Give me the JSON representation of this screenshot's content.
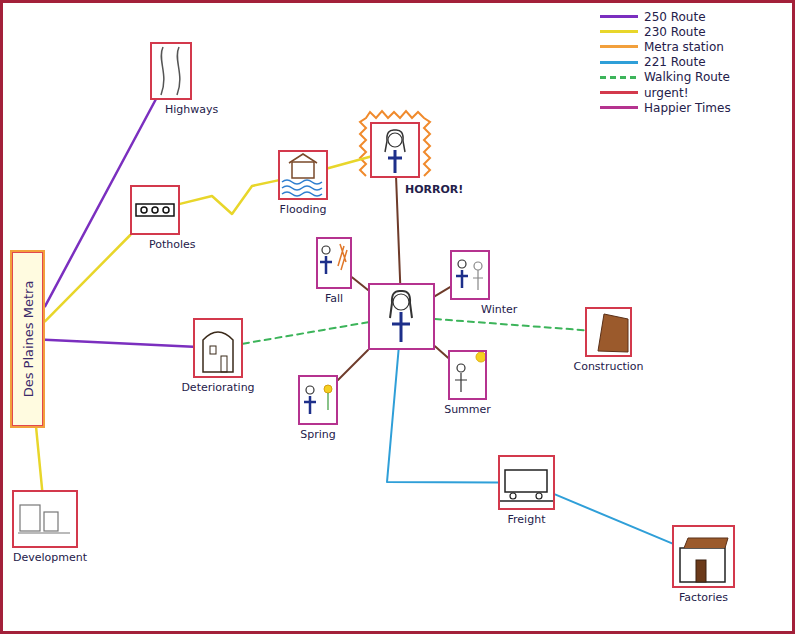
{
  "diagram": {
    "nodes": [
      {
        "text": [
          "Highways"
        ]
      },
      {
        "text": [
          "HORROR!"
        ]
      },
      {
        "text": [
          "Flooding"
        ]
      },
      {
        "text": [
          "Potholes"
        ]
      },
      {
        "text": [
          "Fall"
        ]
      },
      {
        "text": [
          "Winter"
        ]
      },
      {
        "text": [
          "Des Plaines Metra"
        ]
      },
      {
        "text": []
      },
      {
        "text": [
          "Construction"
        ]
      },
      {
        "text": [
          "Deteriorating"
        ]
      },
      {
        "text": [
          "Summer"
        ]
      },
      {
        "text": [
          "Spring"
        ]
      },
      {
        "text": [
          "Freight"
        ]
      },
      {
        "text": [
          "Development"
        ]
      },
      {
        "text": [
          "Factories"
        ]
      }
    ],
    "edges": [
      {
        "from": 6,
        "to": 0,
        "arrow": "none"
      },
      {
        "from": 6,
        "to": 3,
        "arrow": "none"
      },
      {
        "from": 3,
        "to": 2,
        "arrow": "none"
      },
      {
        "from": 2,
        "to": 1,
        "arrow": "none"
      },
      {
        "from": 6,
        "to": 9,
        "arrow": "none"
      },
      {
        "from": 6,
        "to": 13,
        "arrow": "none"
      },
      {
        "from": 9,
        "to": 7,
        "arrow": "none"
      },
      {
        "from": 7,
        "to": 8,
        "arrow": "none"
      },
      {
        "from": 1,
        "to": 7,
        "arrow": "none"
      },
      {
        "from": 7,
        "to": 4,
        "arrow": "none"
      },
      {
        "from": 7,
        "to": 5,
        "arrow": "none"
      },
      {
        "from": 7,
        "to": 11,
        "arrow": "none"
      },
      {
        "from": 7,
        "to": 10,
        "arrow": "none"
      },
      {
        "from": 7,
        "to": 12,
        "arrow": "none"
      },
      {
        "from": 12,
        "to": 14,
        "arrow": "none"
      }
    ],
    "legend": [
      {
        "text": "250 Route",
        "color": "#7b2fbf"
      },
      {
        "text": "230 Route",
        "color": "#e8d62a"
      },
      {
        "text": "Metra station",
        "color": "#f2a03c"
      },
      {
        "text": "221 Route",
        "color": "#2f9fd8"
      },
      {
        "text": "Walking Route",
        "color": "#3cb45a"
      },
      {
        "text": "urgent!",
        "color": "#d3394c"
      },
      {
        "text": "Happier Times",
        "color": "#b5338f"
      }
    ]
  }
}
